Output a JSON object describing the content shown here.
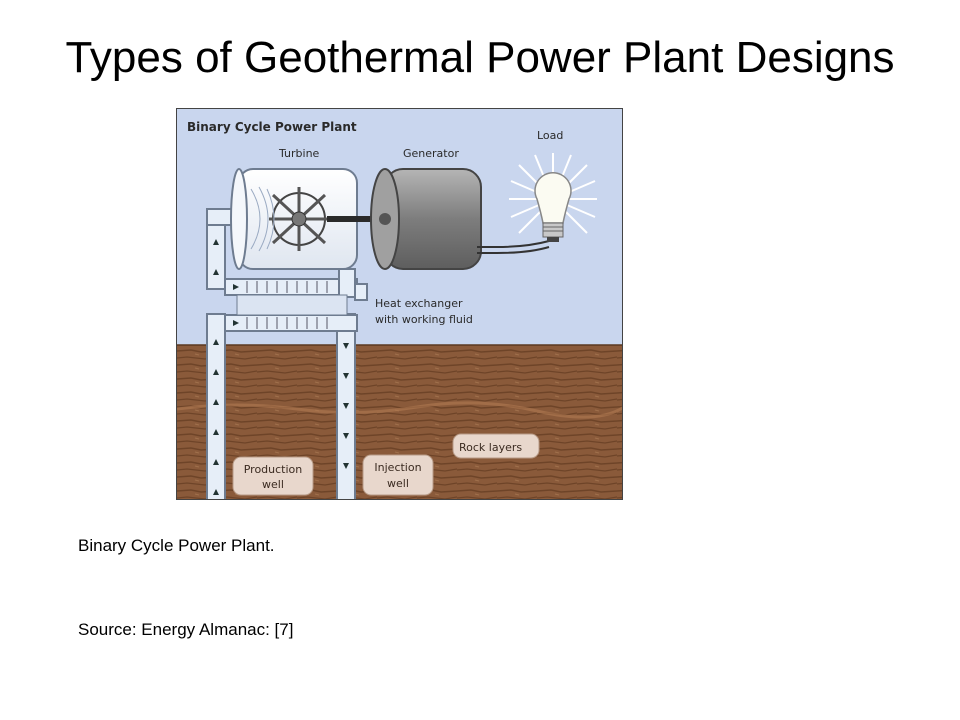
{
  "slide": {
    "title": "Types of Geothermal Power Plant Designs",
    "caption": "Binary Cycle Power Plant.",
    "source": "Source: Energy Almanac: [7]"
  },
  "diagram": {
    "heading": "Binary Cycle Power Plant",
    "labels": {
      "turbine": "Turbine",
      "generator": "Generator",
      "load": "Load",
      "heat_exchanger_line1": "Heat exchanger",
      "heat_exchanger_line2": "with working fluid",
      "rock_layers": "Rock layers",
      "production_line1": "Production",
      "production_line2": "well",
      "injection_line1": "Injection",
      "injection_line2": "well"
    },
    "colors": {
      "sky": "#c9d6ee",
      "ground": "#8a5a3a",
      "ground_dark": "#6e4428",
      "pipe_fill": "#e6eef8",
      "pipe_stroke": "#6e7c90",
      "generator": "#8c8c8c",
      "label_box": "#e8d7cc"
    }
  }
}
